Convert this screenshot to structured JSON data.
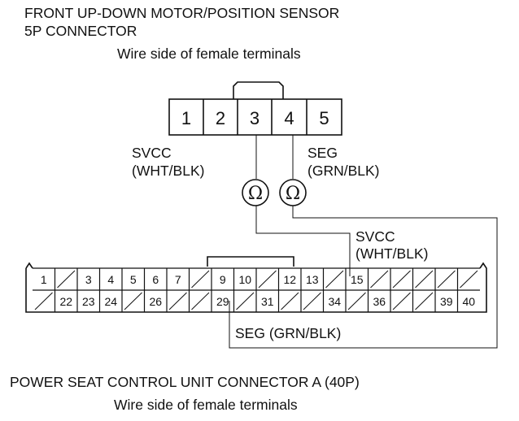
{
  "header": {
    "title_line1": "FRONT UP-DOWN MOTOR/POSITION SENSOR",
    "title_line2": "5P CONNECTOR",
    "subtitle": "Wire side of female terminals"
  },
  "connector_5p": {
    "pins": [
      "1",
      "2",
      "3",
      "4",
      "5"
    ],
    "svcc_label": "SVCC",
    "svcc_color": "(WHT/BLK)",
    "seg_label": "SEG",
    "seg_color": "(GRN/BLK)"
  },
  "meters": {
    "left_symbol": "Ω",
    "right_symbol": "Ω"
  },
  "connector_40p": {
    "top_row": [
      "1",
      "",
      "3",
      "4",
      "5",
      "6",
      "7",
      "",
      "9",
      "10",
      "",
      "12",
      "13",
      "",
      "15",
      "",
      "",
      "",
      "",
      ""
    ],
    "bottom_row": [
      "",
      "22",
      "23",
      "24",
      "",
      "26",
      "",
      "",
      "29",
      "",
      "31",
      "",
      "",
      "34",
      "",
      "36",
      "",
      "",
      "39",
      "40"
    ],
    "svcc_label": "SVCC",
    "svcc_color": "(WHT/BLK)",
    "seg_label": "SEG (GRN/BLK)"
  },
  "footer": {
    "title": "POWER SEAT CONTROL UNIT CONNECTOR A (40P)",
    "subtitle": "Wire side of female terminals"
  }
}
